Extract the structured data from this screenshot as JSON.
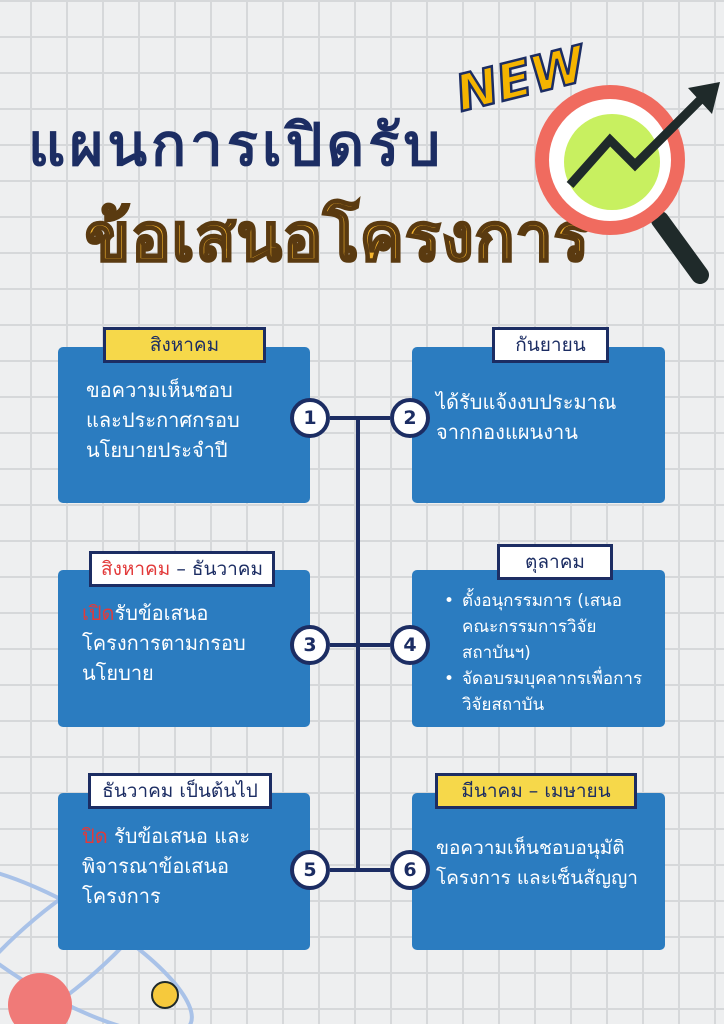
{
  "title": {
    "line1": "แผนการเปิดรับ",
    "line2": "ข้อเสนอโครงการ",
    "badge": "NEW"
  },
  "colors": {
    "box": "#2b7cc0",
    "navy": "#1c2d63",
    "yellow": "#f6d84a",
    "accent_red": "#e23a3a"
  },
  "steps": [
    {
      "num": "1",
      "month": "สิงหาคม",
      "lines": [
        "ขอความเห็นชอบ",
        "และประกาศกรอบ",
        "นโยบายประจำปี"
      ]
    },
    {
      "num": "2",
      "month": "กันยายน",
      "lines": [
        "ได้รับแจ้งงบประมาณ",
        "จากกองแผนงาน"
      ]
    },
    {
      "num": "3",
      "month_red": "สิงหาคม",
      "month_rest": " – ธันวาคม",
      "highlight": "เปิด",
      "lines": [
        "รับข้อเสนอ",
        "โครงการตามกรอบ",
        "นโยบาย"
      ]
    },
    {
      "num": "4",
      "month": "ตุลาคม",
      "bullets": [
        "ตั้งอนุกรรมการ (เสนอคณะกรรมการวิจัยสถาบันฯ)",
        "จัดอบรมบุคลากรเพื่อการวิจัยสถาบัน"
      ]
    },
    {
      "num": "5",
      "month": "ธันวาคม เป็นต้นไป",
      "highlight": "ปิด",
      "lines": [
        " รับข้อเสนอ และ",
        "พิจารณาข้อเสนอ",
        "โครงการ"
      ]
    },
    {
      "num": "6",
      "month": "มีนาคม – เมษายน",
      "lines": [
        "ขอความเห็นชอบอนุมัติ",
        "โครงการ และเซ็นสัญญา"
      ]
    }
  ]
}
